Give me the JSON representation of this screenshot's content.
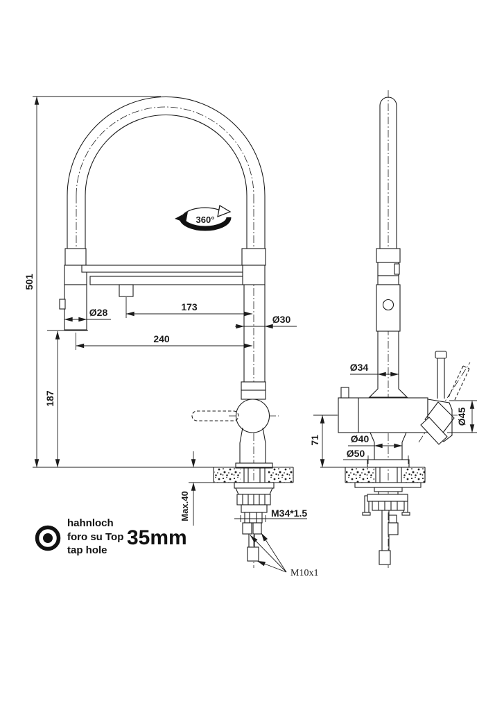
{
  "drawing": {
    "front_view": {
      "total_height": "501",
      "spout_height": "187",
      "spray_diameter": "Ø28",
      "spray_to_body": "173",
      "tube_diameter": "Ø30",
      "spout_reach": "240",
      "rotation_angle": "360°",
      "counter_thickness": "Max.40",
      "body_thread": "M34*1.5",
      "stud_thread": "M10x1"
    },
    "side_view": {
      "tube_diameter": "Ø34",
      "valve_diameter": "Ø45",
      "axis_height": "71",
      "base_diameter": "Ø40",
      "flange_diameter": "Ø50"
    },
    "tap_hole_note": {
      "label_de": "hahnloch",
      "label_it": "foro su Top",
      "label_en": "tap hole",
      "size": "35mm"
    },
    "colors": {
      "line": "#1c1c1c",
      "background": "#ffffff"
    }
  }
}
